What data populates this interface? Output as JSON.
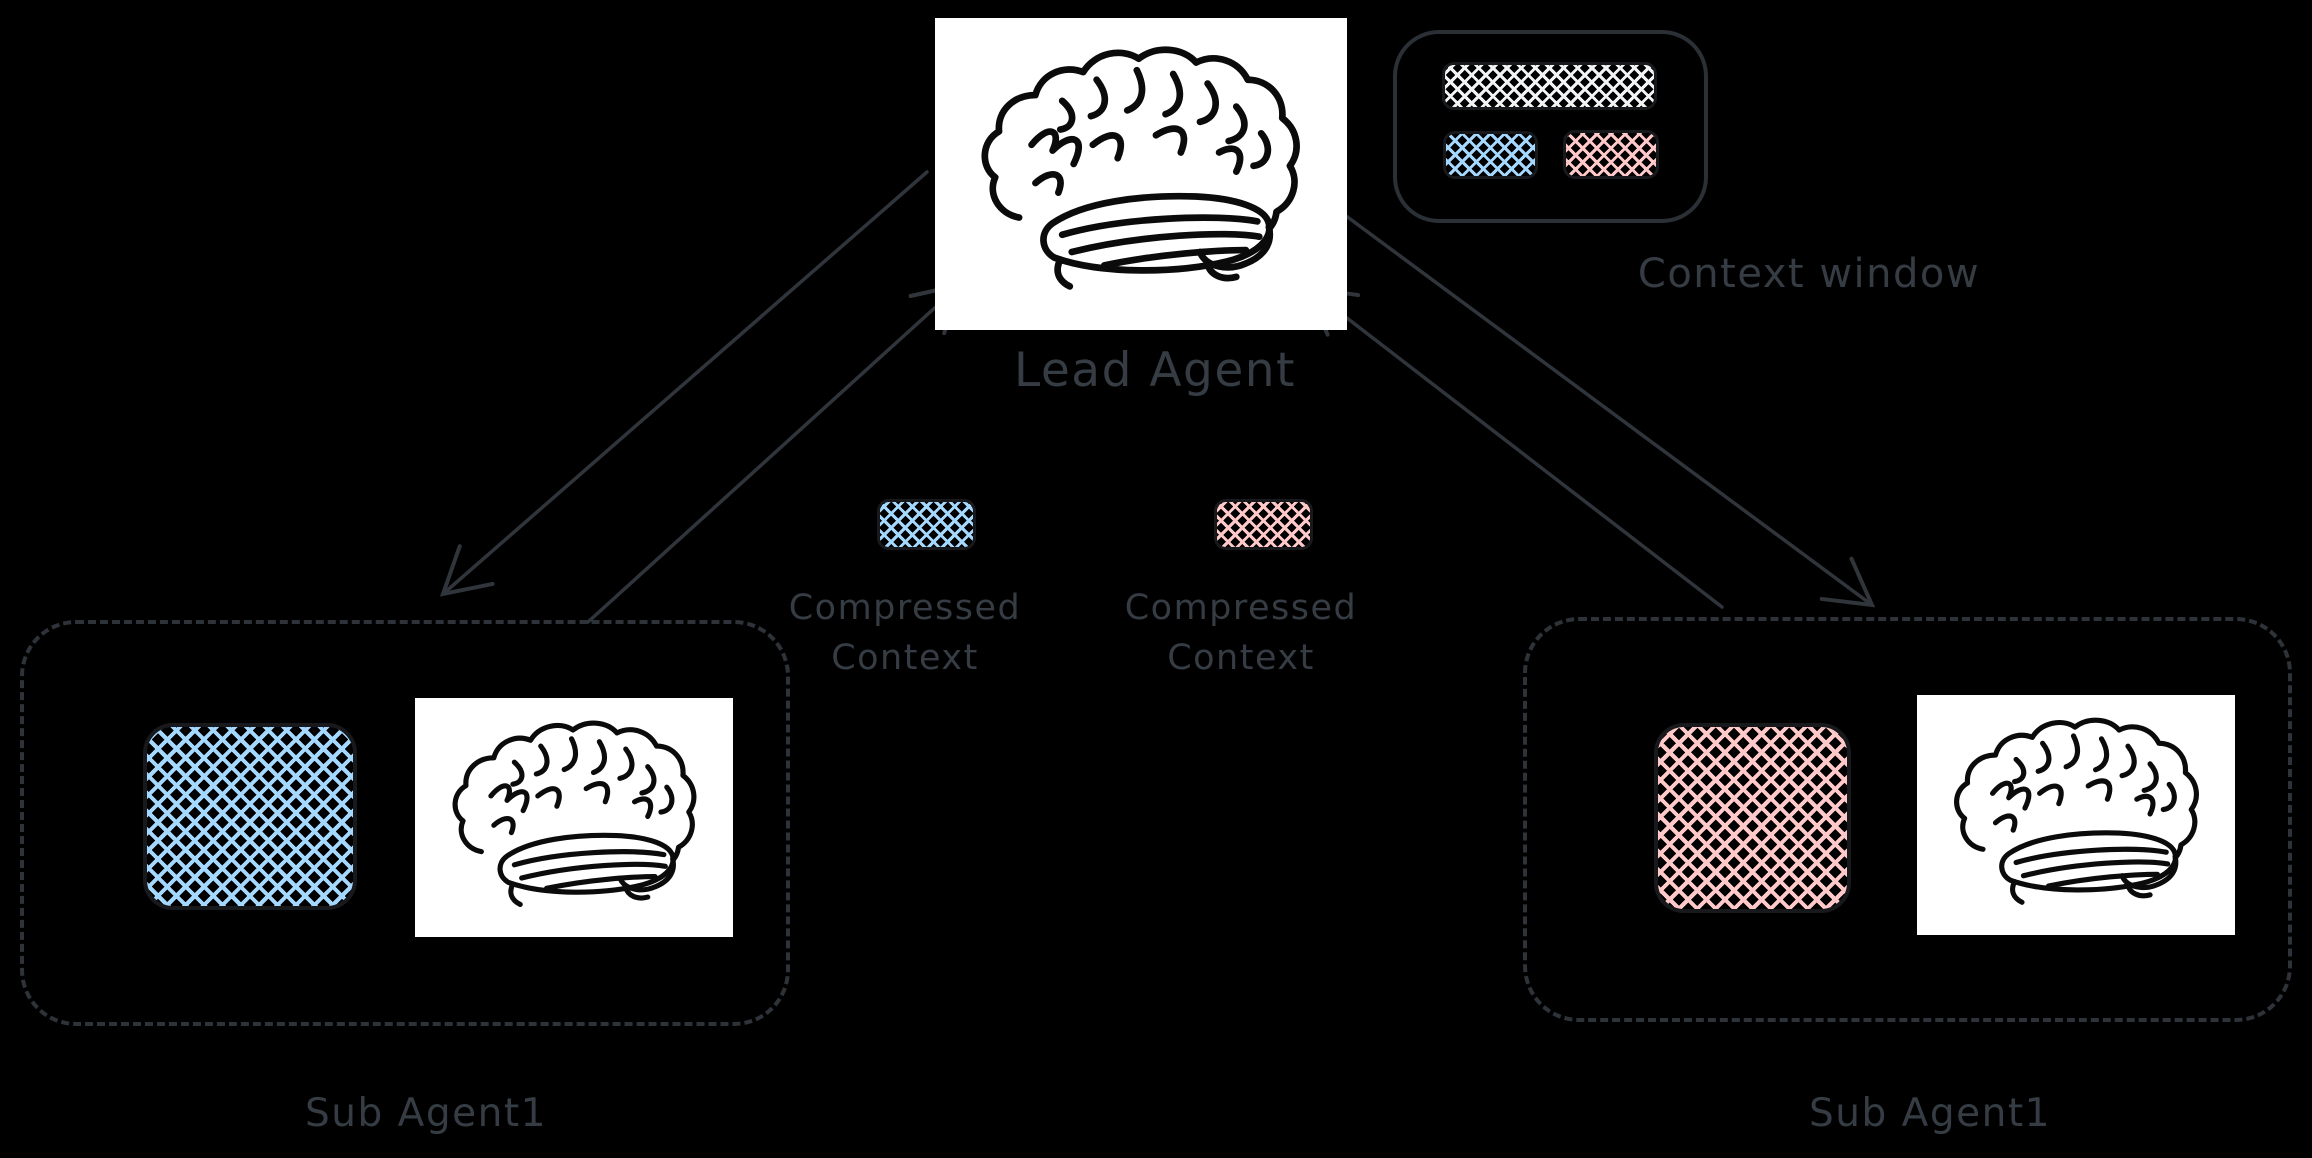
{
  "diagram": {
    "background": "#000000",
    "stroke_color": "#2f353a",
    "text_color": "#363c43"
  },
  "lead_agent": {
    "label": "Lead Agent",
    "icon": "brain-icon"
  },
  "context_window": {
    "label": "Context window",
    "segments": [
      {
        "name": "full-context-bar",
        "color": "#f1f3f5"
      },
      {
        "name": "blue-context-chunk",
        "color": "#a5d8ff"
      },
      {
        "name": "pink-context-chunk",
        "color": "#ffc9c9"
      }
    ]
  },
  "compressed_contexts": [
    {
      "label": "Compressed\nContext",
      "color": "#a5d8ff"
    },
    {
      "label": "Compressed\nContext",
      "color": "#ffc9c9"
    }
  ],
  "sub_agents": [
    {
      "label": "Sub Agent1",
      "color": "#a5d8ff",
      "icon": "brain-icon"
    },
    {
      "label": "Sub Agent1",
      "color": "#ffc9c9",
      "icon": "brain-icon"
    }
  ]
}
